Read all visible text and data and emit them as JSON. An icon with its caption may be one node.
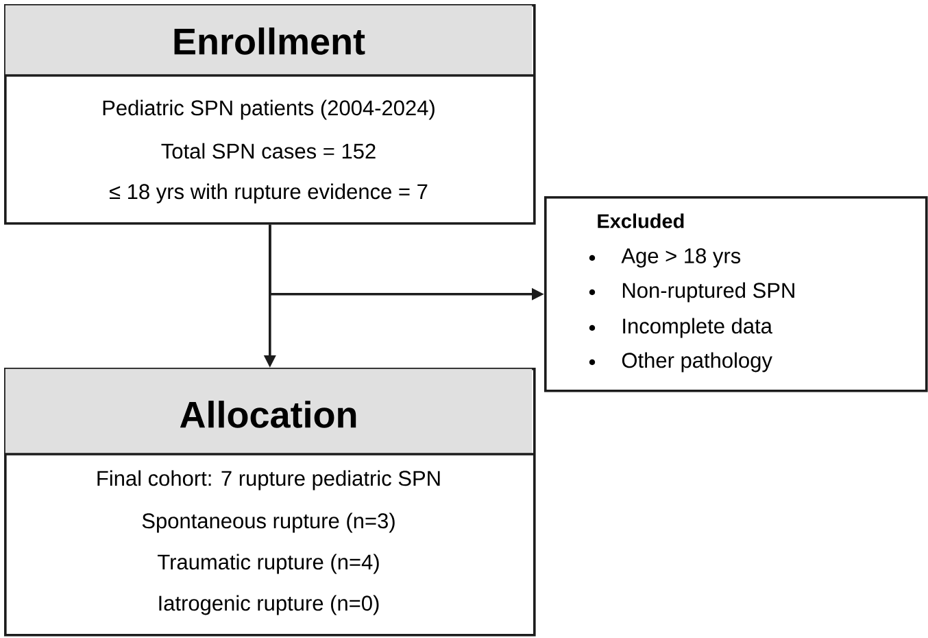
{
  "diagram": {
    "nodes": [
      {
        "text": [
          "Enrollment",
          "Pediatric SPN patients (2004-2024)",
          "Total SPN cases = 152",
          "≤ 18 yrs with rupture evidence = 7"
        ]
      },
      {
        "text": [
          "Excluded",
          "Age > 18 yrs",
          "Non-ruptured SPN",
          "Incomplete data",
          "Other pathology"
        ]
      },
      {
        "text": [
          "Allocation",
          "Final cohort: 7 rupture pediatric SPN",
          "Spontaneous rupture (n=3)",
          "Traumatic rupture (n=4)",
          "Iatrogenic rupture (n=0)"
        ]
      }
    ],
    "edges": [
      {
        "from": 0,
        "to": 2,
        "arrow": "to"
      },
      {
        "from": 0,
        "to": 1,
        "arrow": "to"
      }
    ]
  }
}
